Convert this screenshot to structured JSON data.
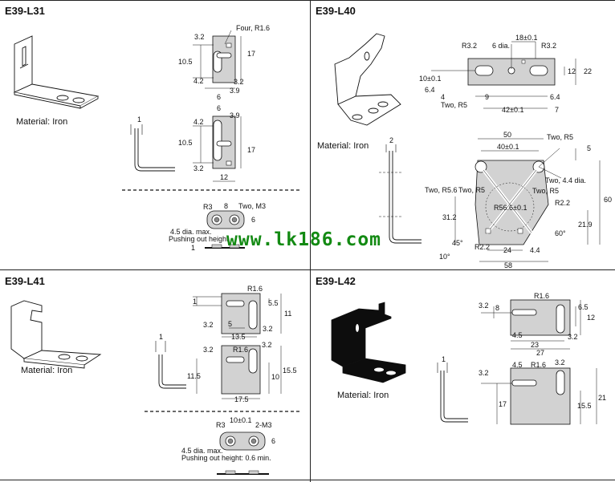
{
  "panels": {
    "l31": {
      "title": "E39-L31",
      "material": "Material: Iron",
      "dims": {
        "d32a": "3.2",
        "four_r16": "Four, R1.6",
        "d105a": "10.5",
        "d17a": "17",
        "d42a": "4.2",
        "d32b": "3.2",
        "d39a": "3.9",
        "d6a": "6",
        "d6b": "6",
        "d39b": "3.9",
        "d42b": "4.2",
        "d105b": "10.5",
        "d17b": "17",
        "d32c": "3.2",
        "d12": "12",
        "side1": "1",
        "r3": "R3",
        "d8": "8",
        "two_m3": "Two, M3",
        "d6c": "6",
        "note1": "4.5 dia. max.",
        "note2": "Pushing out height",
        "side1b": "1"
      }
    },
    "l40": {
      "title": "E39-L40",
      "material": "Material: Iron",
      "dims": {
        "r32a": "R3.2",
        "dia6": "6 dia.",
        "d18": "18±0.1",
        "r32b": "R3.2",
        "d10": "10±0.1",
        "d22": "22",
        "d12": "12",
        "d64a": "6.4",
        "d4": "4",
        "d9": "9",
        "d64b": "6.4",
        "two_r5a": "Two, R5",
        "d42": "42±0.1",
        "d7": "7",
        "side2": "2",
        "d50": "50",
        "d40": "40±0.1",
        "two_r5b": "Two, R5",
        "d5": "5",
        "two_44": "Two, 4.4 dia.",
        "two_r56": "Two, R5.6",
        "two_r5c": "Two, R5",
        "two_r5d": "Two, R5",
        "r566": "R56.6±0.1",
        "r22a": "R2.2",
        "d60": "60",
        "d312": "31.2",
        "d219": "21.9",
        "a45": "45°",
        "a60": "60°",
        "r22b": "R2.2",
        "d24": "24",
        "d44": "4.4",
        "a10": "10°",
        "d58": "58"
      }
    },
    "l41": {
      "title": "E39-L41",
      "material": "Material: Iron",
      "dims": {
        "r16a": "R1.6",
        "d55": "5.5",
        "d11": "11",
        "d1": "1",
        "d32a": "3.2",
        "d5": "5",
        "d32b": "3.2",
        "d135": "13.5",
        "side1": "1",
        "d32c": "3.2",
        "r16b": "R1.6",
        "d32d": "3.2",
        "d115": "11.5",
        "d10": "10",
        "d155": "15.5",
        "d175": "17.5",
        "r3": "R3",
        "d10b": "10±0.1",
        "m3": "2-M3",
        "d6": "6",
        "note1": "4.5 dia. max.",
        "note2": "Pushing out height: 0.6 min."
      }
    },
    "l42": {
      "title": "E39-L42",
      "material": "Material: Iron",
      "dims": {
        "d32a": "3.2",
        "d8": "8",
        "r16a": "R1.6",
        "d65": "6.5",
        "d12": "12",
        "d45a": "4.5",
        "d23": "23",
        "d32b": "3.2",
        "d27": "27",
        "side1": "1",
        "d32c": "3.2",
        "d45b": "4.5",
        "r16b": "R1.6",
        "d32d": "3.2",
        "d17": "17",
        "d155": "15.5",
        "d21": "21"
      }
    }
  },
  "watermark": "www.lk186.com",
  "colors": {
    "plate": "#d2d2d2",
    "line": "#111111",
    "iron_black": "#0d0d0d",
    "watermark": "#138a13"
  }
}
